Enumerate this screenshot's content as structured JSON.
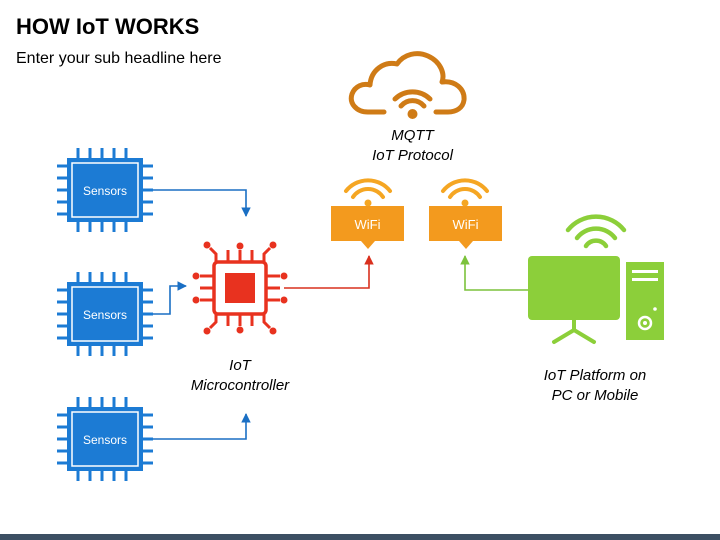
{
  "header": {
    "title": "HOW IoT WORKS",
    "subtitle": "Enter your sub headline here"
  },
  "diagram": {
    "sensors": [
      {
        "label": "Sensors"
      },
      {
        "label": "Sensors"
      },
      {
        "label": "Sensors"
      }
    ],
    "microcontroller": {
      "line1": "IoT",
      "line2": "Microcontroller"
    },
    "cloud": {
      "line1": "MQTT",
      "line2": "IoT Protocol"
    },
    "wifi_left": {
      "label": "WiFi"
    },
    "wifi_right": {
      "label": "WiFi"
    },
    "platform": {
      "line1": "IoT Platform on",
      "line2": "PC or Mobile"
    }
  },
  "colors": {
    "chip_blue": "#1c7bd4",
    "chip_dark": "#1a5aa8",
    "chip_red": "#e8321f",
    "arrow_blue": "#1a6fc4",
    "arrow_red": "#d9301e",
    "arrow_green": "#7cc23c",
    "wifi_orange": "#f5a623",
    "wifi_box": "#f39a1e",
    "cloud_orange": "#cf7b16",
    "pc_green": "#8ccf3a",
    "footer": "#3c4f63"
  }
}
